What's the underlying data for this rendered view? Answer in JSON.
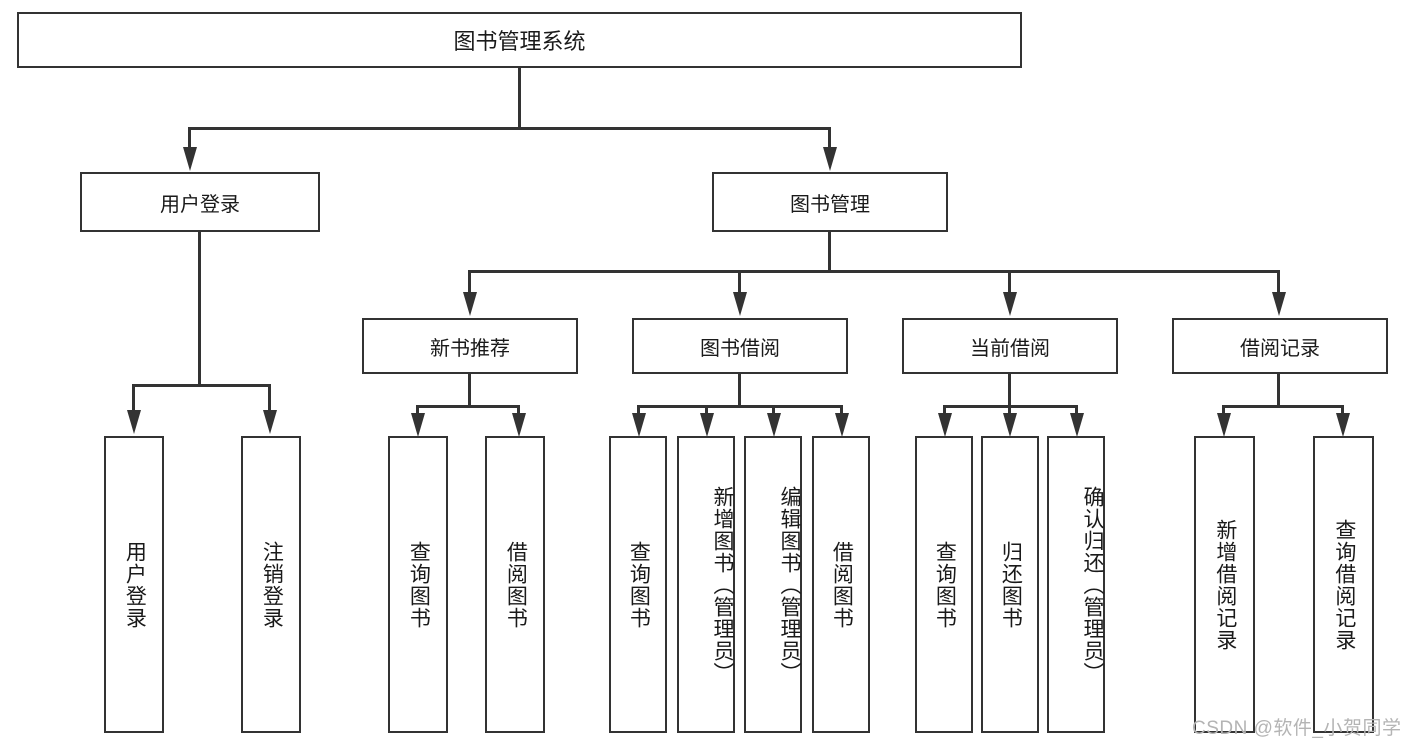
{
  "diagram": {
    "title": "图书管理系统",
    "root": {
      "label": "图书管理系统"
    },
    "level2": [
      {
        "label": "用户登录"
      },
      {
        "label": "图书管理"
      }
    ],
    "level3": [
      {
        "label": "新书推荐"
      },
      {
        "label": "图书借阅"
      },
      {
        "label": "当前借阅"
      },
      {
        "label": "借阅记录"
      }
    ],
    "leaves_user_login": [
      {
        "label": "用户登录"
      },
      {
        "label": "注销登录"
      }
    ],
    "leaves_new_book": [
      {
        "label": "查询图书"
      },
      {
        "label": "借阅图书"
      }
    ],
    "leaves_borrow": [
      {
        "label": "查询图书"
      },
      {
        "label": "新增图书（管理员）"
      },
      {
        "label": "编辑图书（管理员）"
      },
      {
        "label": "借阅图书"
      }
    ],
    "leaves_current": [
      {
        "label": "查询图书"
      },
      {
        "label": "归还图书"
      },
      {
        "label": "确认归还（管理员）"
      }
    ],
    "leaves_records": [
      {
        "label": "新增借阅记录"
      },
      {
        "label": "查询借阅记录"
      }
    ]
  },
  "watermark": {
    "text": "CSDN @软件_小贺同学"
  },
  "colors": {
    "line": "#333333",
    "box_border": "#333333",
    "box_fill": "#ffffff",
    "text": "#1a1a1a",
    "watermark": "#b4b4b4",
    "background": "#ffffff"
  }
}
